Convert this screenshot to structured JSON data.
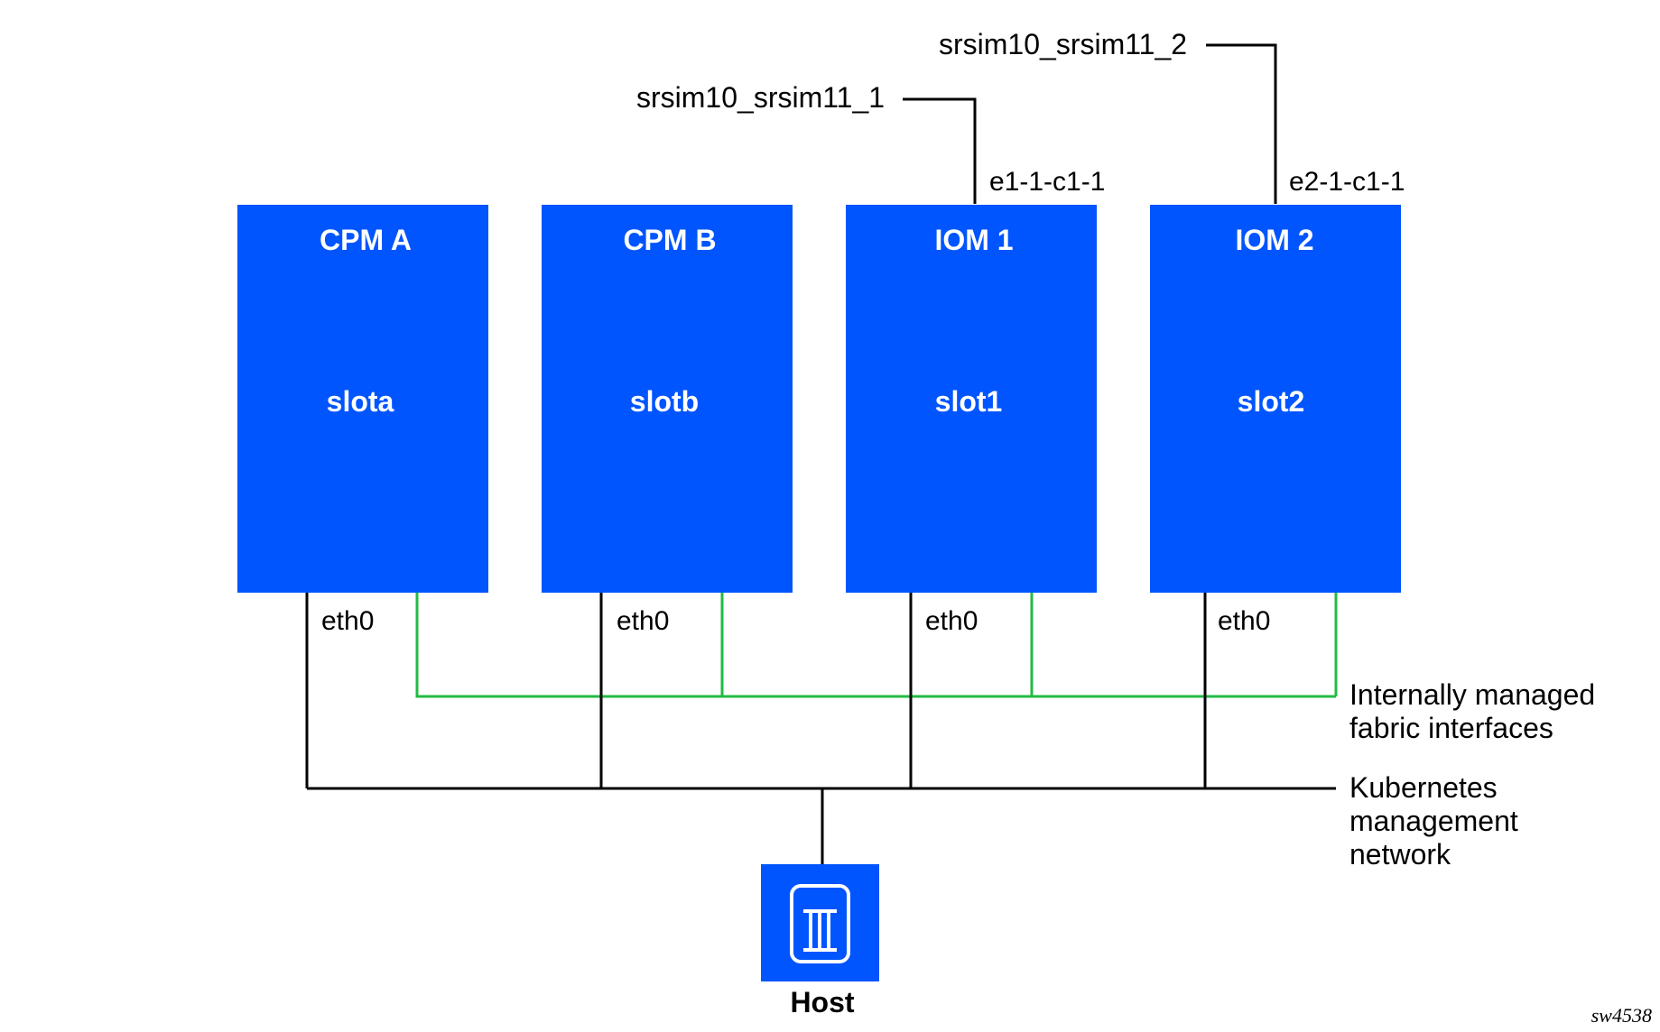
{
  "colors": {
    "card_fill": "#0055FF",
    "mgmt_line": "#000000",
    "fabric_line": "#22BB44",
    "text": "#000000",
    "card_text": "#FFFFFF"
  },
  "cards": [
    {
      "id": "cpm-a",
      "title": "CPM A",
      "slot": "slota",
      "port": "eth0"
    },
    {
      "id": "cpm-b",
      "title": "CPM B",
      "slot": "slotb",
      "port": "eth0"
    },
    {
      "id": "iom-1",
      "title": "IOM 1",
      "slot": "slot1",
      "port": "eth0",
      "uplink_port": "e1-1-c1-1",
      "uplink_link": "srsim10_srsim11_1"
    },
    {
      "id": "iom-2",
      "title": "IOM 2",
      "slot": "slot2",
      "port": "eth0",
      "uplink_port": "e2-1-c1-1",
      "uplink_link": "srsim10_srsim11_2"
    }
  ],
  "networks": {
    "fabric_label_line1": "Internally managed",
    "fabric_label_line2": "fabric interfaces",
    "mgmt_label_line1": "Kubernetes",
    "mgmt_label_line2": "management",
    "mgmt_label_line3": "network"
  },
  "host": {
    "label": "Host",
    "icon": "server-icon"
  },
  "figure_id": "sw4538"
}
